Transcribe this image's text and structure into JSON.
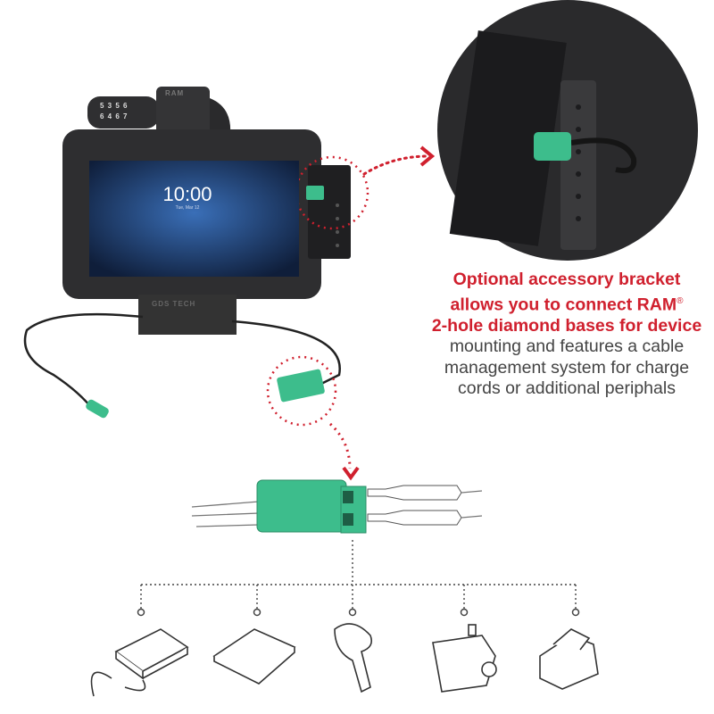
{
  "screen": {
    "time": "10:00",
    "date": "Tue, Mar 12"
  },
  "lock_digits": [
    "5 3 5 6",
    "6 4 6 7"
  ],
  "brand_cradle": "RAM",
  "brand_case": "GDS TECH",
  "caption": {
    "red_lines": [
      "Optional accessory bracket",
      "allows you to connect RAM",
      "2-hole diamond bases for device"
    ],
    "registered": "®",
    "grey_lines": [
      "mounting and features a cable",
      "management system for charge",
      "cords or additional periphals"
    ]
  },
  "colors": {
    "accent_red": "#d0202e",
    "connector_green": "#3dbd8c",
    "device_dark": "#2b2b2b"
  },
  "peripherals": [
    "hard-drive-icon",
    "keyboard-icon",
    "barcode-scanner-icon",
    "speaker-icon",
    "receipt-printer-icon"
  ]
}
